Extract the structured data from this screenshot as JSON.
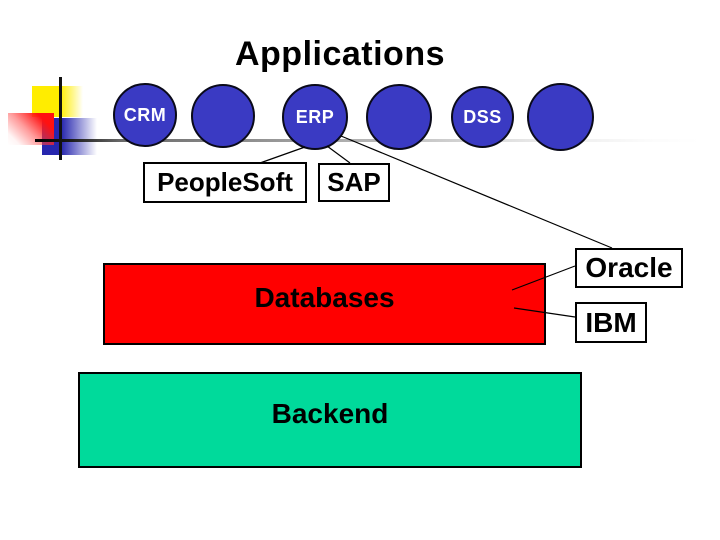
{
  "slide": {
    "title": "Applications",
    "circles": [
      {
        "label": "CRM"
      },
      {
        "label": ""
      },
      {
        "label": "ERP"
      },
      {
        "label": ""
      },
      {
        "label": "DSS"
      },
      {
        "label": ""
      }
    ],
    "boxes": {
      "peoplesoft": {
        "label": "PeopleSoft"
      },
      "sap": {
        "label": "SAP"
      },
      "oracle": {
        "label": "Oracle"
      },
      "ibm": {
        "label": "IBM"
      },
      "databases": {
        "label": "Databases"
      },
      "backend": {
        "label": "Backend"
      }
    },
    "colors": {
      "circle_fill": "#3A3AC3",
      "circle_text": "#FFFFFF",
      "databases_fill": "#FF0000",
      "backend_fill": "#00DA9B",
      "decoration_yellow": "#FFED00",
      "decoration_red": "#FF1111",
      "decoration_blue": "#2626AE",
      "line_color": "#000000"
    }
  }
}
